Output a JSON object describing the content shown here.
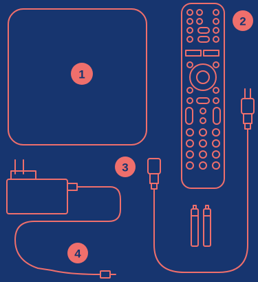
{
  "colors": {
    "background": "#17356f",
    "line": "#ef6f6c",
    "badge": "#ef6f6c",
    "badge_text": "#17356f"
  },
  "callouts": [
    {
      "label": "1",
      "item": "set-top-box"
    },
    {
      "label": "2",
      "item": "remote-control"
    },
    {
      "label": "3",
      "item": "hdmi-cable"
    },
    {
      "label": "4",
      "item": "power-adapter"
    }
  ],
  "batteries_count": 2
}
